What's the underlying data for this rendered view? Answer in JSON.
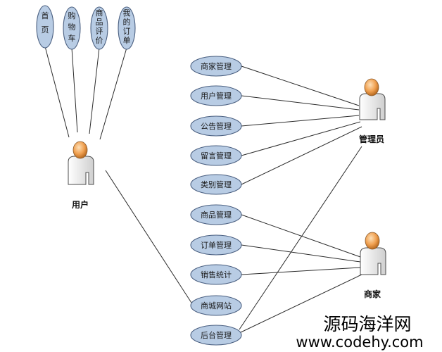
{
  "actors": {
    "user": "用户",
    "admin": "管理员",
    "merchant": "商家"
  },
  "user_usecases": [
    "首页",
    "购物车",
    "商品评价",
    "我的订单"
  ],
  "admin_usecases": [
    "商家管理",
    "用户管理",
    "公告管理",
    "留言管理",
    "类别管理"
  ],
  "merchant_usecases": [
    "商品管理",
    "订单管理",
    "销售统计"
  ],
  "shared_usecases": [
    "商城网站",
    "后台管理"
  ],
  "watermark": {
    "title": "源码海洋网",
    "url": "www.codehy.com"
  },
  "colors": {
    "usecase_fill": "#b8cce4",
    "usecase_stroke": "#4a5f80",
    "actor_head": "#f0a050",
    "actor_body": "#f2f2f2"
  }
}
